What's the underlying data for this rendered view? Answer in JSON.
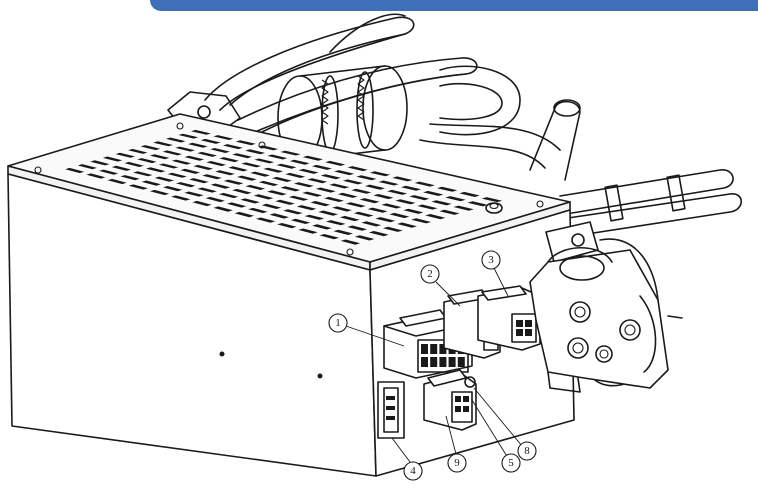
{
  "colors": {
    "banner": "#3f6fb8",
    "outline": "#1a1a1a",
    "background": "#ffffff"
  },
  "callouts": [
    {
      "label": "1",
      "part": "connector-1"
    },
    {
      "label": "2",
      "part": "connector-2"
    },
    {
      "label": "3",
      "part": "connector-3"
    },
    {
      "label": "4",
      "part": "connector-4"
    },
    {
      "label": "5",
      "part": "connector-5"
    },
    {
      "label": "8",
      "part": "connector-8"
    },
    {
      "label": "9",
      "part": "connector-9"
    }
  ]
}
